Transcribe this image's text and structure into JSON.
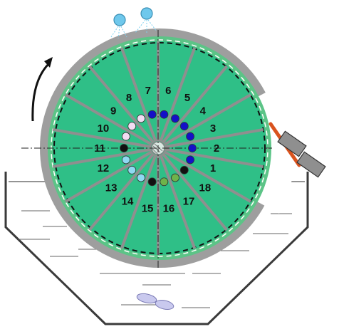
{
  "colors": {
    "drum_outer": "#9e9e9e",
    "drum_face": "#2fbf87",
    "green_band": "#5cc487",
    "spoke": "#8f8f8f",
    "scraper": "#d9531e",
    "water_line": "#444444",
    "bubble": "#6fc8ec",
    "stirrer": "#c9c9ee"
  },
  "segments": [
    {
      "label": "1",
      "dot_color": "#1410c8"
    },
    {
      "label": "2",
      "dot_color": "#1410c8"
    },
    {
      "label": "3",
      "dot_color": "#1410c8"
    },
    {
      "label": "4",
      "dot_color": "#1410c8"
    },
    {
      "label": "5",
      "dot_color": "#1410c8"
    },
    {
      "label": "6",
      "dot_color": "#1410c8"
    },
    {
      "label": "7",
      "dot_color": "#1410c8"
    },
    {
      "label": "8",
      "dot_color": "#f3dcf3"
    },
    {
      "label": "9",
      "dot_color": "#f3dcf3"
    },
    {
      "label": "10",
      "dot_color": "#f3dcf3"
    },
    {
      "label": "11",
      "dot_color": "#111111"
    },
    {
      "label": "12",
      "dot_color": "#8fd9f2"
    },
    {
      "label": "13",
      "dot_color": "#8fd9f2"
    },
    {
      "label": "14",
      "dot_color": "#8fd9f2"
    },
    {
      "label": "15",
      "dot_color": "#111111"
    },
    {
      "label": "16",
      "dot_color": "#6eb34a"
    },
    {
      "label": "17",
      "dot_color": "#6eb34a"
    },
    {
      "label": "18",
      "dot_color": "#111111"
    }
  ],
  "icons": {
    "rotation_arrow": "curved-arrow-icon",
    "spray_nozzles": "spray-nozzle-icon",
    "scraper_blade": "scraper-icon",
    "agitator": "propeller-icon"
  }
}
